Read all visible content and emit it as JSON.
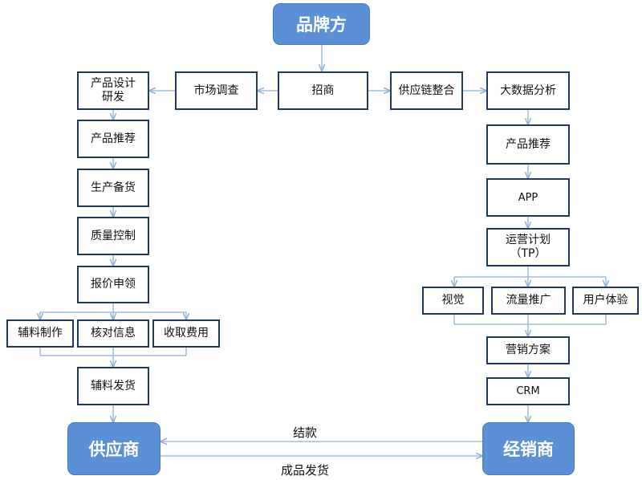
{
  "colors": {
    "hub_fill": "#5b8fd6",
    "arrow": "#8fb1d6",
    "box_border": "#1f3a5c"
  },
  "hubs": {
    "brand": "品牌方",
    "supplier": "供应商",
    "distributor": "经销商"
  },
  "top_row": {
    "market_research": "市场调查",
    "recruit": "招商",
    "supply_chain": "供应链整合",
    "big_data": "大数据分析"
  },
  "left_column": {
    "product_design": "产品设计\n研发",
    "product_recommend": "产品推荐",
    "production_stock": "生产备货",
    "quality_control": "质量控制",
    "quote_apply": "报价申领",
    "aux_make": "辅料制作",
    "verify_info": "核对信息",
    "collect_fee": "收取费用",
    "aux_ship": "辅料发货"
  },
  "right_column": {
    "product_recommend": "产品推荐",
    "app": "APP",
    "ops_plan": "运营计划\n（TP）",
    "visual": "视觉",
    "traffic": "流量推广",
    "ux": "用户体验",
    "marketing": "营销方案",
    "crm": "CRM"
  },
  "edges": {
    "payment": "结款",
    "goods_ship": "成品发货"
  }
}
